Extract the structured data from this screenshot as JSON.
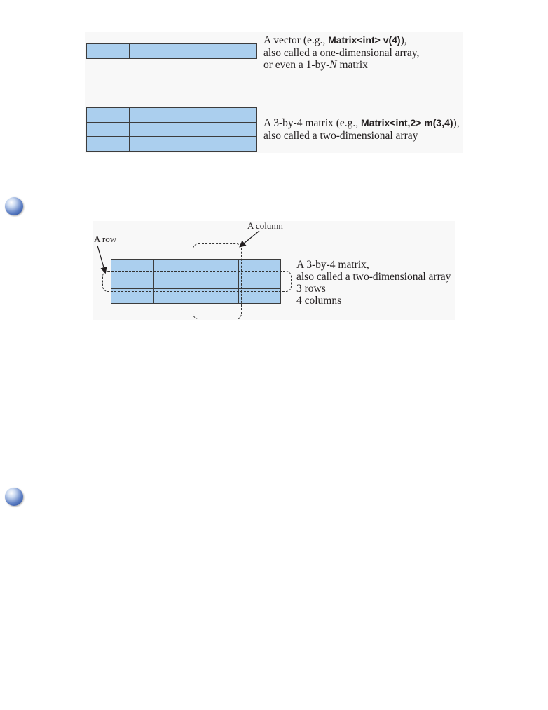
{
  "figure1": {
    "vector": {
      "line1_prefix": "A vector (e.g., ",
      "line1_code": "Matrix<int> v(4)",
      "line1_suffix": "),",
      "line2": "also called a one-dimensional array,",
      "line3_prefix": "or even a 1-by-",
      "line3_var": "N",
      "line3_suffix": " matrix",
      "rows": 1,
      "cols": 4
    },
    "matrix": {
      "line1_prefix": "A 3-by-4 matrix (e.g., ",
      "line1_code": "Matrix<int,2> m(3,4)",
      "line1_suffix": "),",
      "line2": "also called a two-dimensional array",
      "rows": 3,
      "cols": 4
    }
  },
  "figure2": {
    "column_label": "A column",
    "row_label": "A row",
    "caption": [
      "A 3-by-4 matrix,",
      "also called a two-dimensional array",
      "3 rows",
      "4 columns"
    ],
    "rows": 3,
    "cols": 4
  },
  "colors": {
    "cell_fill": "#abcfee",
    "grid_line": "#3c3c3c",
    "panel_bg": "#f8f8f8",
    "bullet": "#3a5fae"
  },
  "icons": [
    "bullet-icon",
    "bullet-icon"
  ]
}
